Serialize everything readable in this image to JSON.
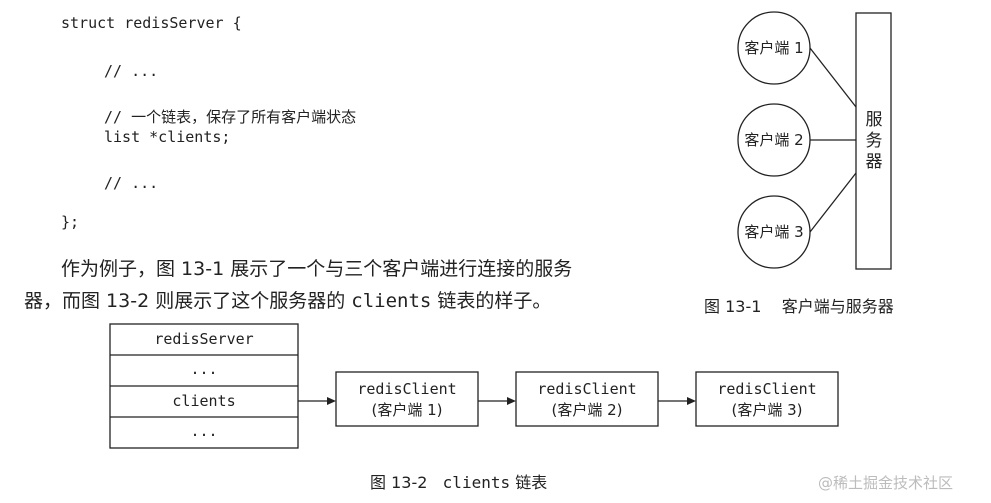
{
  "code": {
    "lines": [
      "struct redisServer {",
      "// ...",
      "// 一个链表，保存了所有客户端状态",
      "list *clients;",
      "// ...",
      "};"
    ]
  },
  "prose": {
    "line1": "作为例子，图 13-1 展示了一个与三个客户端进行连接的服务",
    "line2_before": "器，而图 13-2 则展示了这个服务器的 ",
    "line2_code": "clients",
    "line2_after": " 链表的样子。"
  },
  "figure1": {
    "clients": [
      "客户端 1",
      "客户端 2",
      "客户端 3"
    ],
    "server": "服务器",
    "caption": "图 13-1    客户端与服务器"
  },
  "figure2": {
    "server_struct": [
      "redisServer",
      "...",
      "clients",
      "..."
    ],
    "nodes": [
      {
        "name": "redisClient",
        "label": "(客户端 1)"
      },
      {
        "name": "redisClient",
        "label": "(客户端 2)"
      },
      {
        "name": "redisClient",
        "label": "(客户端 3)"
      }
    ],
    "caption_prefix": "图 13-2   ",
    "caption_code": "clients",
    "caption_suffix": " 链表"
  },
  "watermark": "@稀土掘金技术社区"
}
